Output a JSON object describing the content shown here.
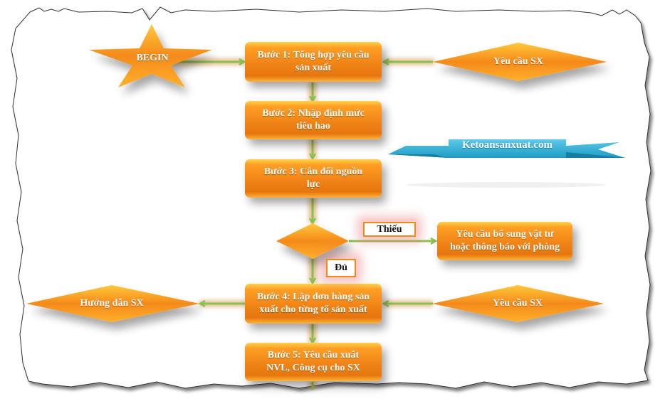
{
  "title": "Quy trình sản xuất",
  "colors": {
    "orange": "#f08417",
    "orange_light": "#ffd24a",
    "arrow": "#8cc152",
    "arrow_glow": "#d9a05b",
    "ribbon": "#33b5d9",
    "tag_border": "#f28a1a"
  },
  "nodes": {
    "begin": {
      "label": "BEGIN",
      "shape": "star"
    },
    "step1": {
      "label": "Bước 1: Tổng hợp yêu cầu sản xuất",
      "line1": "Bước 1: Tổng hợp yêu cầu",
      "line2": "sản xuất"
    },
    "step2": {
      "label": "Bước 2: Nhập định mức tiêu hao",
      "line1": "Bước 2: Nhập định mức",
      "line2": "tiêu hao"
    },
    "step3": {
      "label": "Bước 3: Cân đối nguồn lực",
      "line1": "Bước 3: Cân đối nguồn",
      "line2": "lực"
    },
    "decision": {
      "label": "",
      "shape": "diamond"
    },
    "supplement": {
      "label": "Yêu cầu bổ sung vật tư hoặc thông báo với phòng",
      "line1": "Yêu cầu bổ sung vật tư",
      "line2": "hoặc thông báo với phòng"
    },
    "step4": {
      "label": "Bước 4: Lập đơn hàng sản xuất cho từng tổ sản xuất",
      "line1": "Bước 4: Lập đơn hàng sản",
      "line2": "xuất cho từng tổ sản xuất"
    },
    "step5": {
      "label": "Bước 5: Yêu cầu xuất NVL, Công cụ cho SX",
      "line1": "Bước 5: Yêu cầu xuất",
      "line2": "NVL, Công cụ cho SX"
    },
    "request_top": {
      "label": "Yêu cầu SX",
      "shape": "diamond"
    },
    "request_bottom": {
      "label": "Yêu cầu SX",
      "shape": "diamond"
    },
    "guide": {
      "label": "Hướng dẫn SX",
      "shape": "diamond"
    }
  },
  "edge_labels": {
    "missing": "Thiếu",
    "enough": "Đủ"
  },
  "watermark": {
    "text": "Ketoansanxuat.com"
  },
  "edges": [
    {
      "from": "begin",
      "to": "step1"
    },
    {
      "from": "request_top",
      "to": "step1"
    },
    {
      "from": "step1",
      "to": "step2"
    },
    {
      "from": "step2",
      "to": "step3"
    },
    {
      "from": "step3",
      "to": "decision"
    },
    {
      "from": "decision",
      "to": "supplement",
      "label": "Thiếu"
    },
    {
      "from": "decision",
      "to": "step4",
      "label": "Đủ"
    },
    {
      "from": "request_bottom",
      "to": "step4"
    },
    {
      "from": "step4",
      "to": "guide"
    },
    {
      "from": "step4",
      "to": "step5"
    }
  ]
}
